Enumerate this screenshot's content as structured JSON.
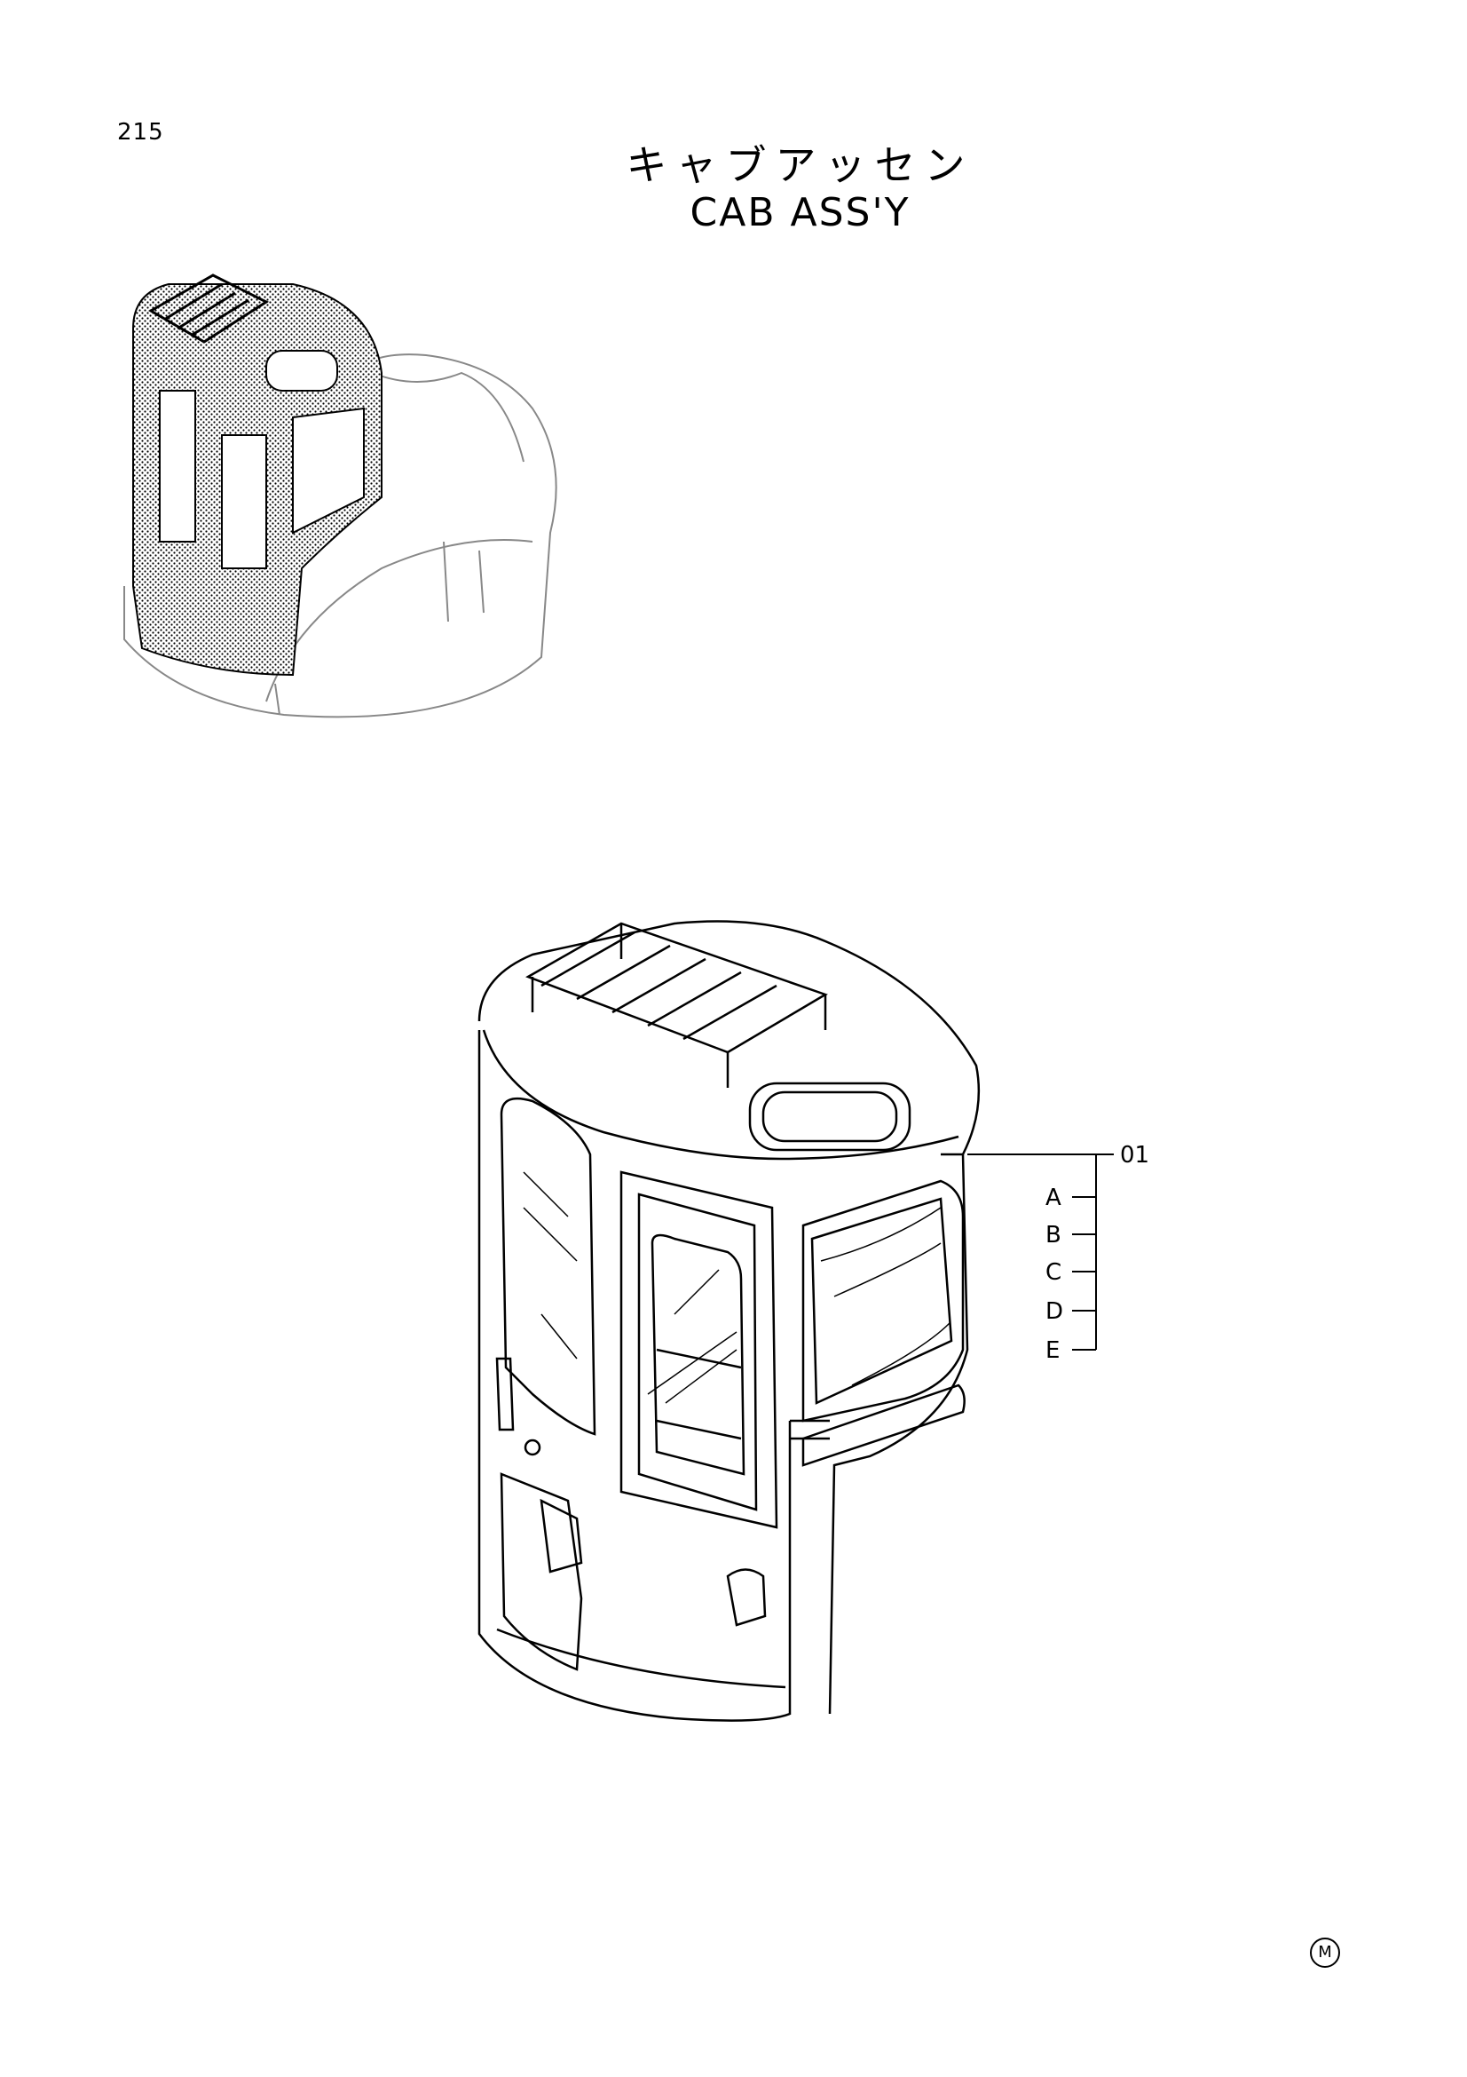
{
  "page": {
    "number": "215",
    "title_jp": "キャブアッセン",
    "title_en": "CAB ASS'Y"
  },
  "callouts": {
    "part": "01",
    "items": [
      "A",
      "B",
      "C",
      "D",
      "E"
    ]
  },
  "footer_mark": "M"
}
